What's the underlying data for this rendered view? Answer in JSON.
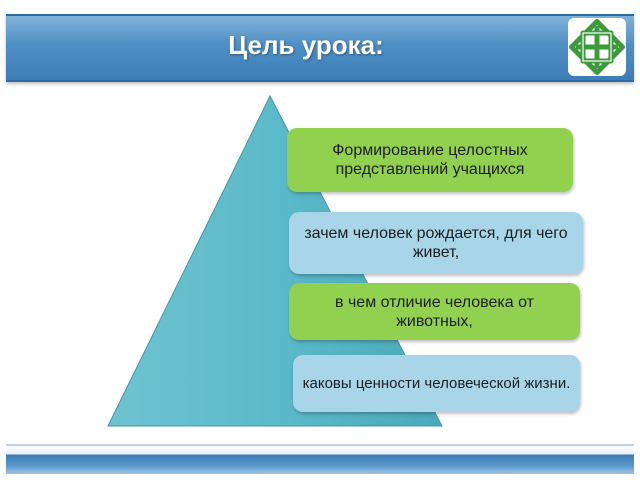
{
  "slide": {
    "title": "Цель урока:",
    "logo_icon": "interlaced-knot-logo-icon",
    "colors": {
      "title_bar": "#4f8fc4",
      "pyramid": "#5bbac9",
      "green_box": "#92d050",
      "blue_box": "#a8d6e8",
      "logo": "#3c9a3c"
    }
  },
  "pyramid": {
    "levels": [
      {
        "text": "Формирование целостных представлений учащихся",
        "color": "green"
      },
      {
        "text": "зачем человек рождается, для чего живет,",
        "color": "blue"
      },
      {
        "text": "в чем отличие человека от животных,",
        "color": "green"
      },
      {
        "text": "каковы ценности человеческой жизни.",
        "color": "blue"
      }
    ]
  }
}
